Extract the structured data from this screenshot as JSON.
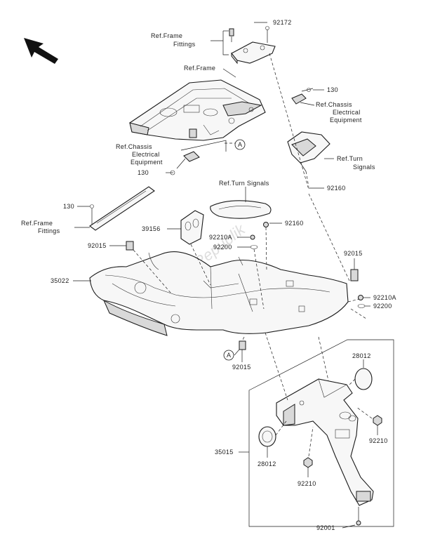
{
  "labels": {
    "ref_frame_fittings_top_1": "Ref.Frame",
    "ref_frame_fittings_top_2": "Fittings",
    "p92172": "92172",
    "ref_frame": "Ref.Frame",
    "p130_top": "130",
    "ref_chassis_top_1": "Ref.Chassis",
    "ref_chassis_top_2": "Electrical",
    "ref_chassis_top_3": "Equipment",
    "ref_chassis_left_1": "Ref.Chassis",
    "ref_chassis_left_2": "Electrical",
    "ref_chassis_left_3": "Equipment",
    "p130_left": "130",
    "ref_turn_right_1": "Ref.Turn",
    "ref_turn_right_2": "Signals",
    "ref_turn_mid": "Ref.Turn Signals",
    "p92160_right": "92160",
    "p130_mid": "130",
    "ref_frame_fittings_left_1": "Ref.Frame",
    "ref_frame_fittings_left_2": "Fittings",
    "p39156": "39156",
    "p92160_mid": "92160",
    "p92015_left": "92015",
    "p92210A_mid": "92210A",
    "p92200_mid": "92200",
    "p92015_right": "92015",
    "p35022": "35022",
    "p92210A_right": "92210A",
    "p92200_right": "92200",
    "p92015_bottom": "92015",
    "p28012_top": "28012",
    "p35015": "35015",
    "p92210_right": "92210",
    "p28012_bottom": "28012",
    "p92210_bottom": "92210",
    "p92001": "92001",
    "callout_a": "A"
  },
  "watermark": "Parts Republik",
  "icons": {
    "orientation": "arrow-up-left-icon"
  }
}
